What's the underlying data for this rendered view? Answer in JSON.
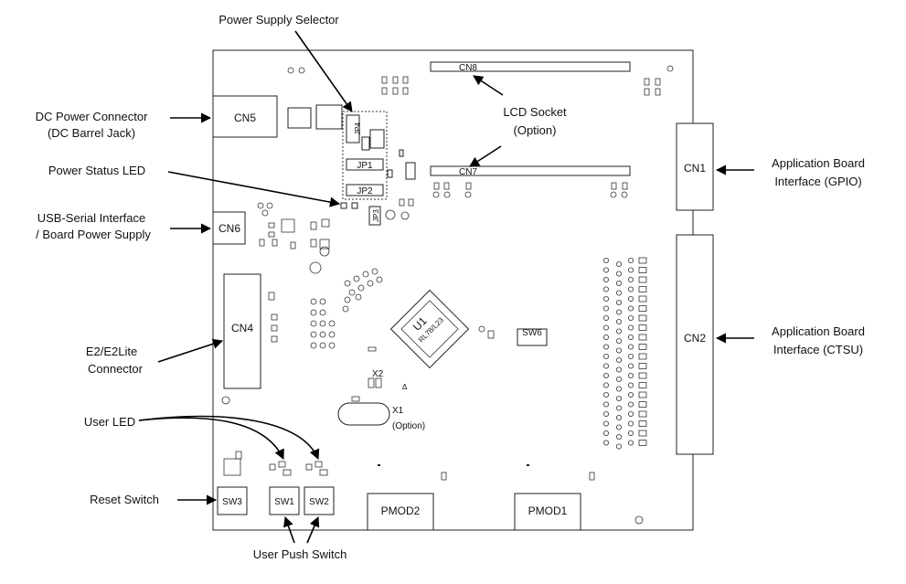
{
  "labels": {
    "power_supply_selector": "Power Supply Selector",
    "dc_power_connector_1": "DC Power Connector",
    "dc_power_connector_2": "(DC Barrel Jack)",
    "power_status_led": "Power Status LED",
    "usb_serial_1": "USB-Serial Interface",
    "usb_serial_2": "/ Board Power Supply",
    "e2_connector_1": "E2/E2Lite",
    "e2_connector_2": "Connector",
    "user_led": "User LED",
    "reset_switch": "Reset Switch",
    "user_push_switch": "User Push Switch",
    "lcd_socket_1": "LCD Socket",
    "lcd_socket_2": "(Option)",
    "app_gpio_1": "Application Board",
    "app_gpio_2": "Interface (GPIO)",
    "app_ctsu_1": "Application Board",
    "app_ctsu_2": "Interface (CTSU)"
  },
  "components": {
    "cn5": "CN5",
    "cn6": "CN6",
    "cn4": "CN4",
    "cn8": "CN8",
    "cn7": "CN7",
    "cn1": "CN1",
    "cn2": "CN2",
    "jp1": "JP1",
    "jp2": "JP2",
    "jp3": "JP3",
    "jp4": "JP4",
    "u1": "U1",
    "u1_part": "RL78/L23",
    "sw6": "SW6",
    "x2": "X2",
    "x1": "X1",
    "x1_option": "(Option)",
    "sw1": "SW1",
    "sw2": "SW2",
    "sw3": "SW3",
    "pmod1": "PMOD1",
    "pmod2": "PMOD2"
  }
}
